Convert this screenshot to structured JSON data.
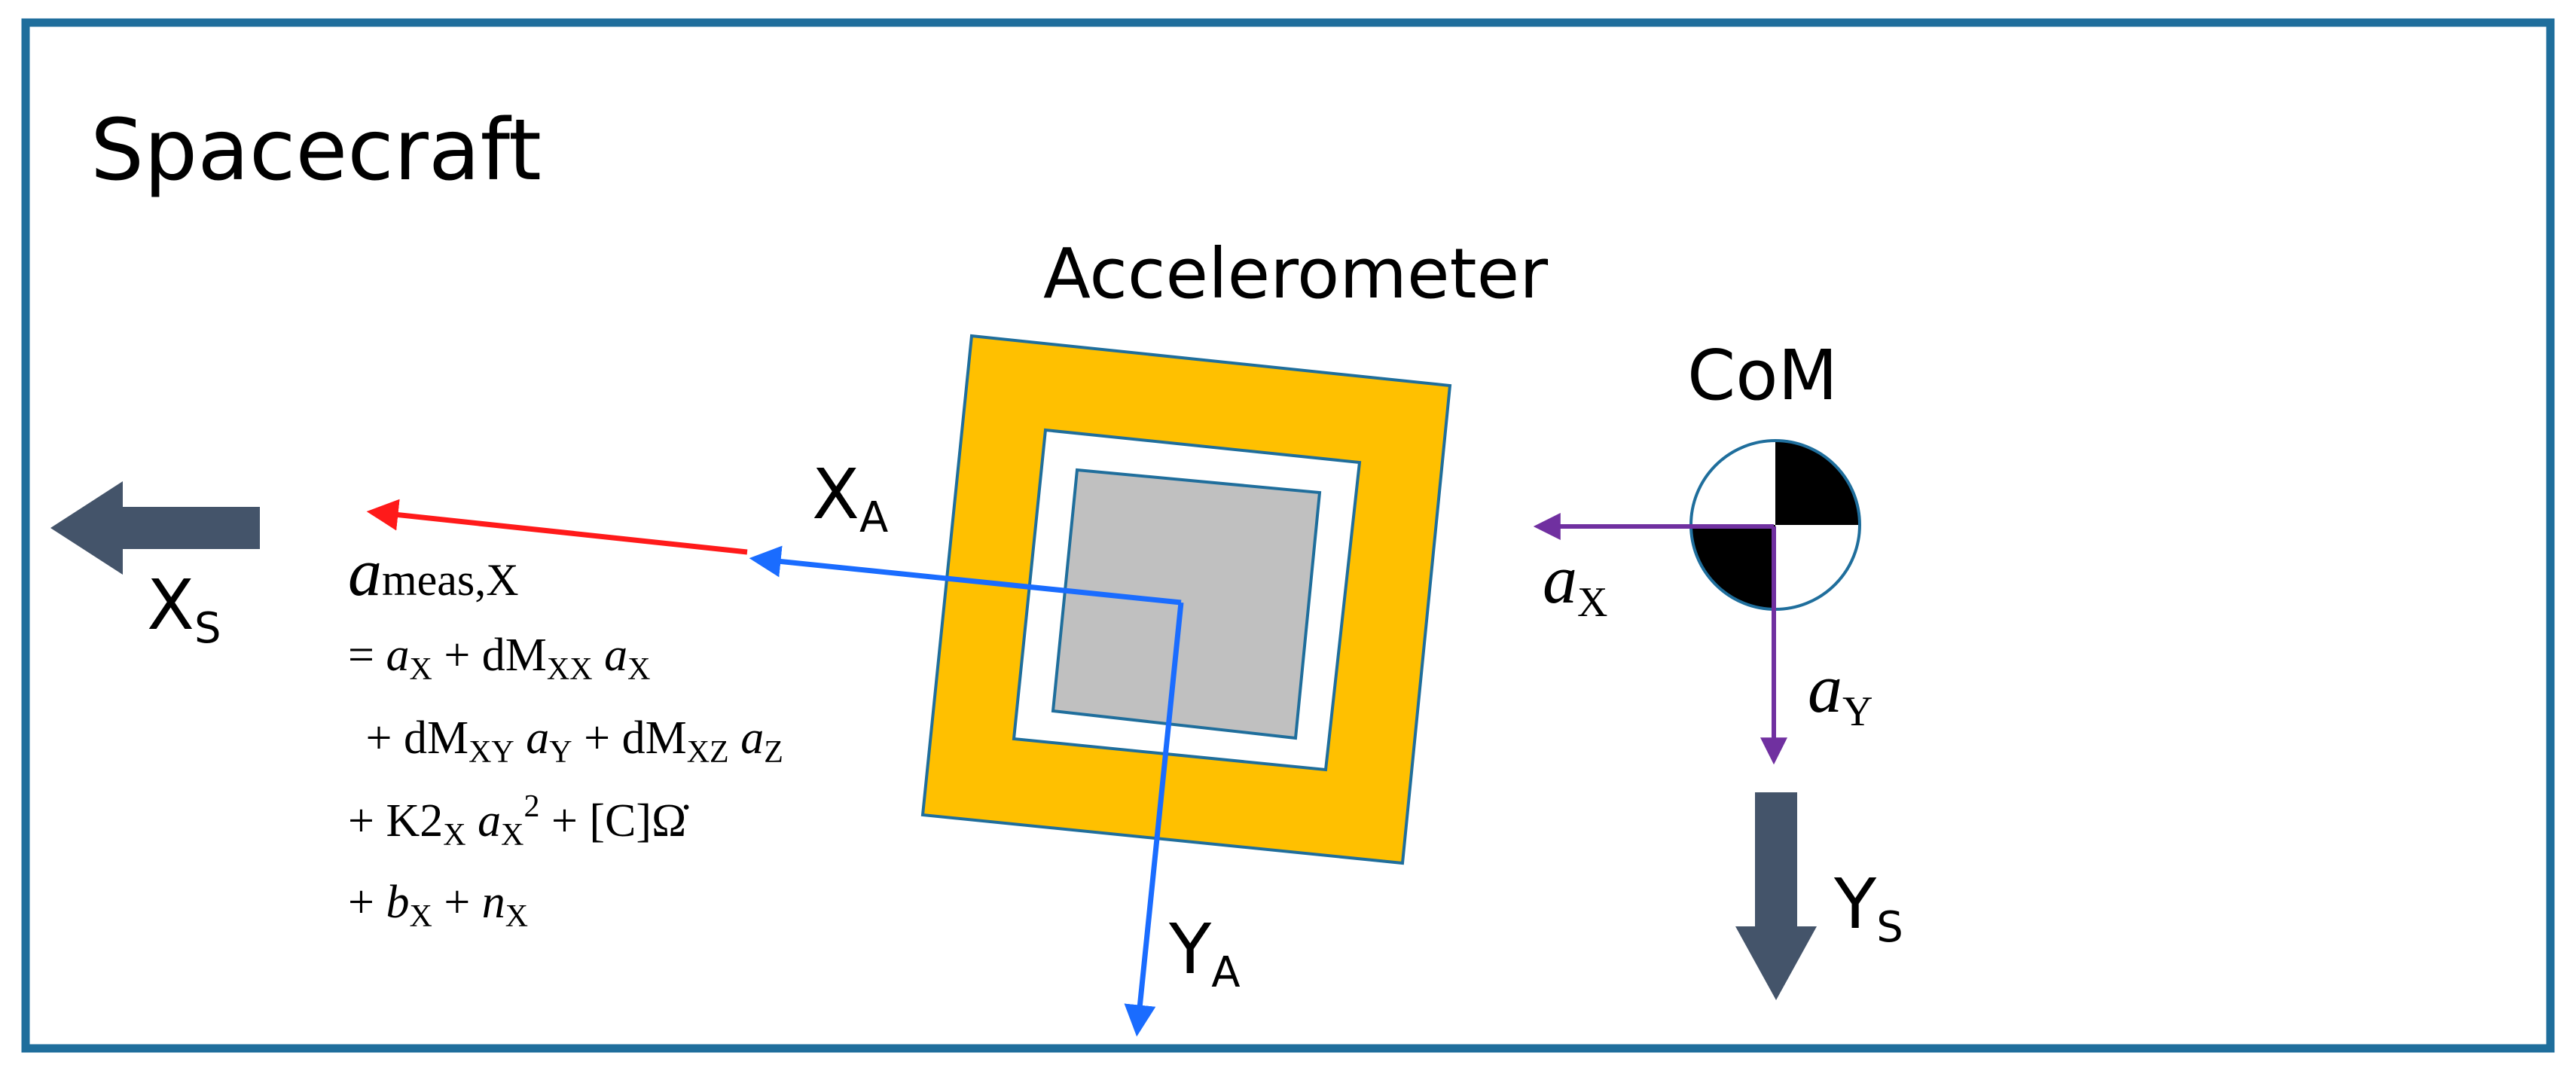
{
  "frame": {
    "label": "Spacecraft",
    "border_color": "#1f6e9c"
  },
  "accelerometer": {
    "label": "Accelerometer",
    "outer_color": "#ffc000",
    "inner_color": "#c0c0c0",
    "edge_color": "#1f6e9c"
  },
  "com": {
    "label": "CoM"
  },
  "spacecraft_axes": {
    "x": {
      "main": "X",
      "sub": "S"
    },
    "y": {
      "main": "Y",
      "sub": "S"
    },
    "color": "#44546a"
  },
  "accel_axes": {
    "x": {
      "main": "X",
      "sub": "A"
    },
    "y": {
      "main": "Y",
      "sub": "A"
    },
    "color": "#1a6cff"
  },
  "com_vectors": {
    "ax": {
      "main": "a",
      "sub": "X"
    },
    "ay": {
      "main": "a",
      "sub": "Y"
    },
    "color": "#7030a0"
  },
  "measured_vector": {
    "color": "#ff1a1a"
  },
  "equation": {
    "lhs": {
      "main": "a",
      "sub": "meas,X"
    },
    "line1": {
      "t1": "= ",
      "a1": "a",
      "s1": "X",
      "t2": " + dM",
      "s2": "XX",
      "a2": "a",
      "s3": "X"
    },
    "line2": {
      "t1": " + dM",
      "s1": "XY",
      "a1": "a",
      "s2": "Y",
      "t2": " + dM",
      "s3": "XZ",
      "a2": "a",
      "s4": "Z"
    },
    "line3": {
      "t1": "+ K2",
      "s1": "X",
      "a1": "a",
      "s2": "X",
      "sup": "2",
      "t2": " + [C]",
      "omega": "Ω̇"
    },
    "line4": {
      "t1": "+ ",
      "b": "b",
      "s1": "X",
      "t2": " + ",
      "n": "n",
      "s2": "X"
    }
  }
}
